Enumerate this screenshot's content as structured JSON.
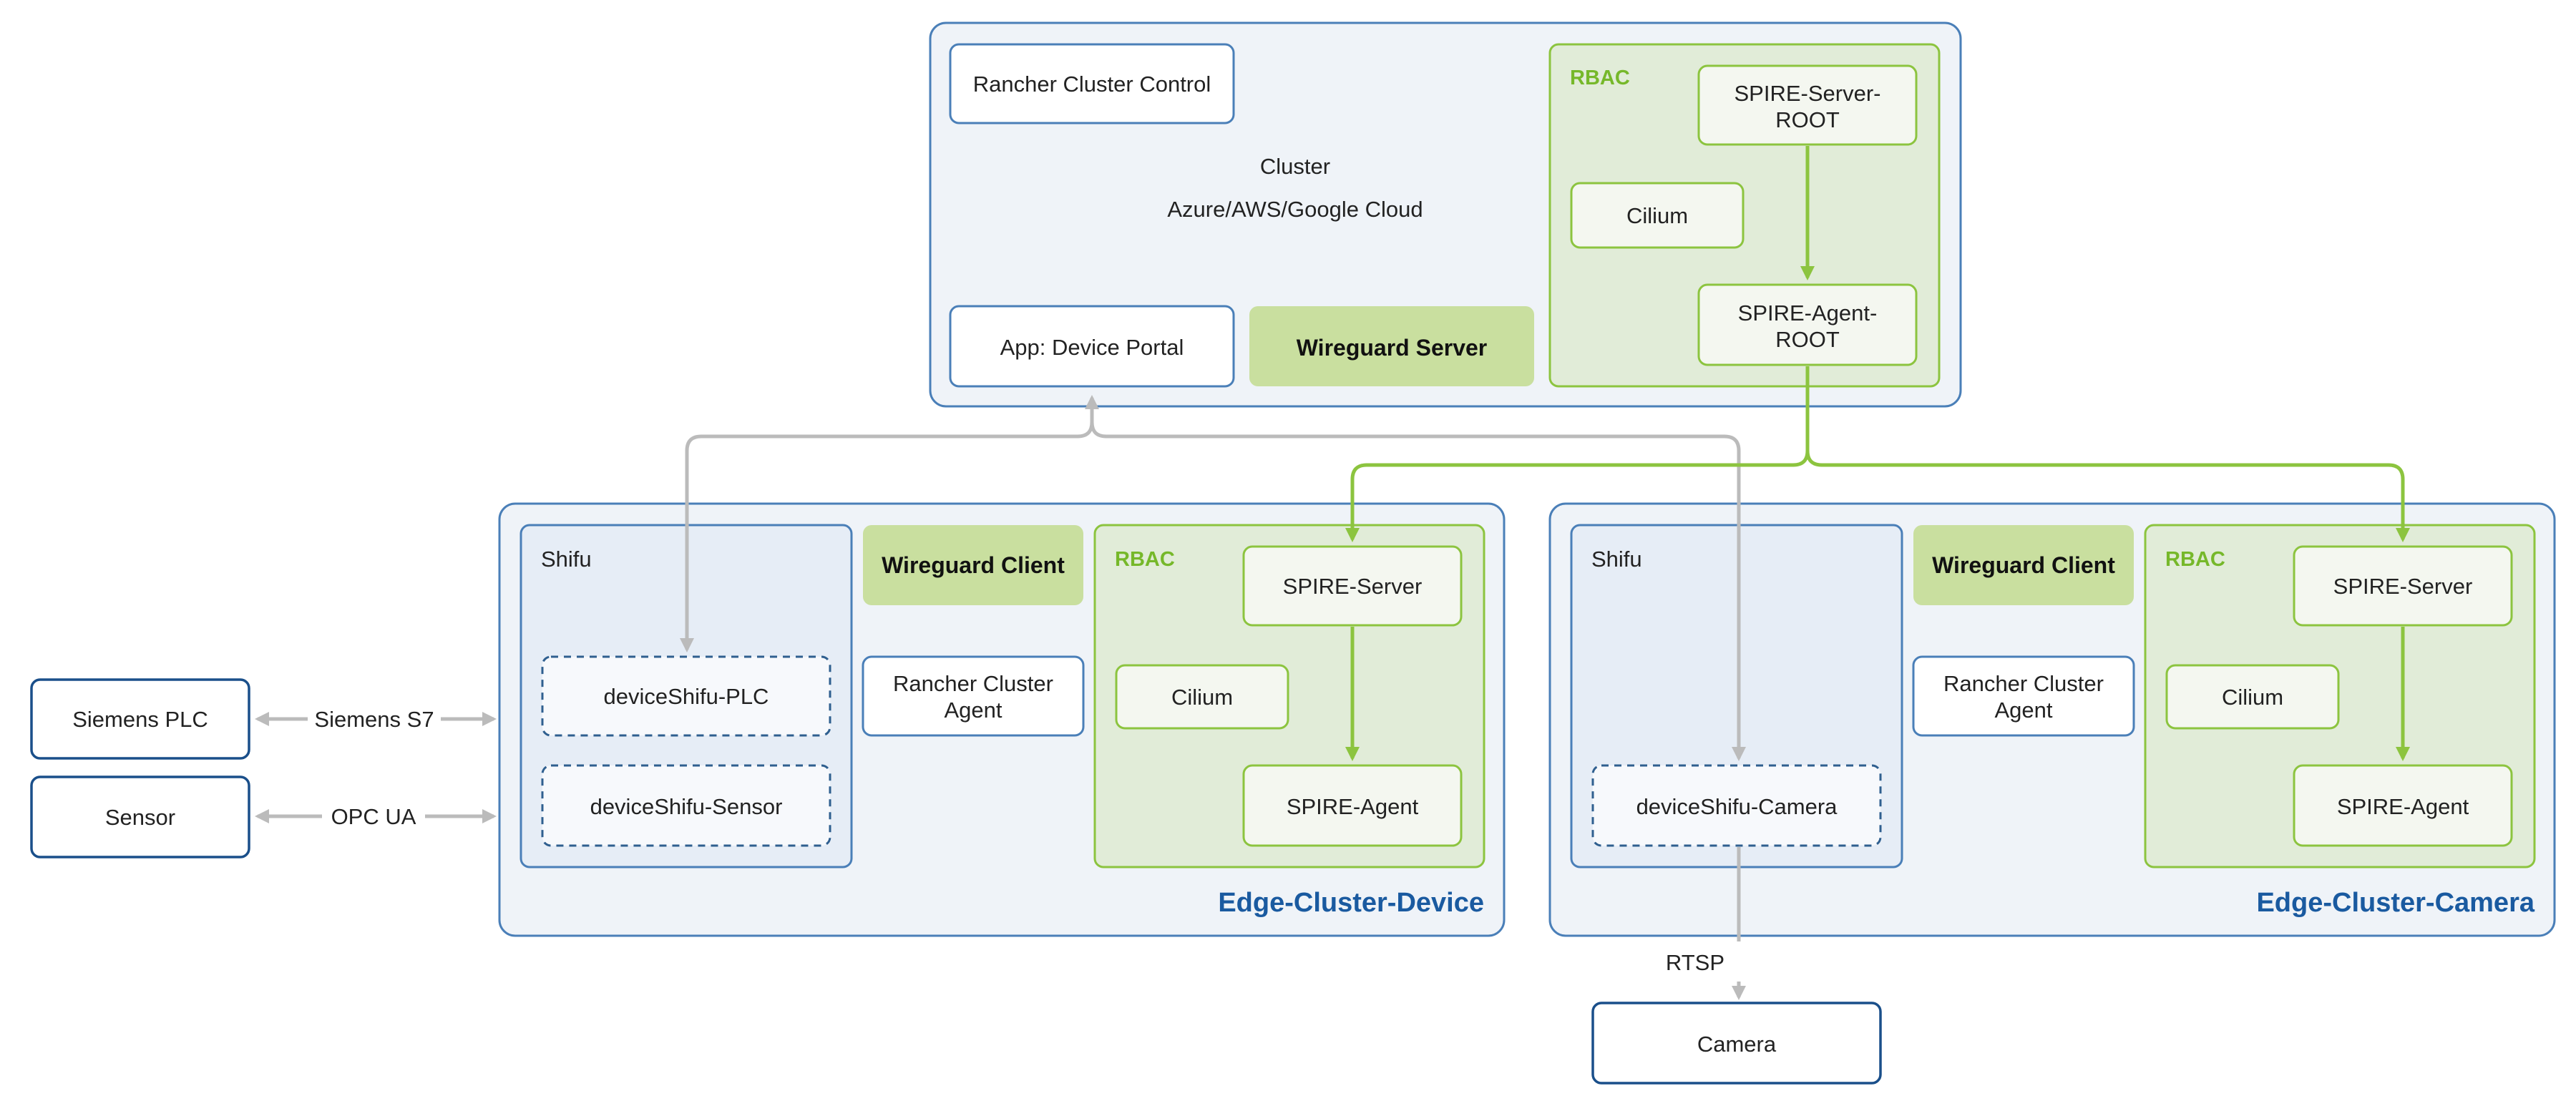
{
  "colors": {
    "cluster_fill": "#eff3f8",
    "cluster_stroke": "#4a7fb8",
    "rbac_fill": "#e1ecd8",
    "rbac_stroke": "#8cc43f",
    "green_fill": "#c9df9f",
    "white_box_stroke": "#4a7fb8",
    "gray_arrow": "#bbbbbb",
    "green_arrow": "#8cc43f",
    "title_blue": "#1a5aa0"
  },
  "cloud": {
    "rancher_control": "Rancher Cluster Control",
    "cluster_label": "Cluster",
    "cloud_label": "Azure/AWS/Google Cloud",
    "device_portal": "App: Device Portal",
    "wireguard_server": "Wireguard Server",
    "rbac": "RBAC",
    "spire_server_root": [
      "SPIRE-Server-",
      "ROOT"
    ],
    "cilium": "Cilium",
    "spire_agent_root": [
      "SPIRE-Agent-",
      "ROOT"
    ]
  },
  "edge_device": {
    "title": "Edge-Cluster-Device",
    "shifu": "Shifu",
    "device_plc": "deviceShifu-PLC",
    "device_sensor": "deviceShifu-Sensor",
    "wireguard_client": "Wireguard Client",
    "rancher_agent": [
      "Rancher Cluster",
      "Agent"
    ],
    "rbac": "RBAC",
    "spire_server": "SPIRE-Server",
    "cilium": "Cilium",
    "spire_agent": "SPIRE-Agent"
  },
  "edge_camera": {
    "title": "Edge-Cluster-Camera",
    "shifu": "Shifu",
    "device_camera": "deviceShifu-Camera",
    "wireguard_client": "Wireguard Client",
    "rancher_agent": [
      "Rancher Cluster",
      "Agent"
    ],
    "rbac": "RBAC",
    "spire_server": "SPIRE-Server",
    "cilium": "Cilium",
    "spire_agent": "SPIRE-Agent"
  },
  "external": {
    "siemens_plc": "Siemens PLC",
    "sensor": "Sensor",
    "camera": "Camera"
  },
  "edges": {
    "siemens_s7": "Siemens S7",
    "opc_ua": "OPC UA",
    "rtsp": "RTSP"
  }
}
